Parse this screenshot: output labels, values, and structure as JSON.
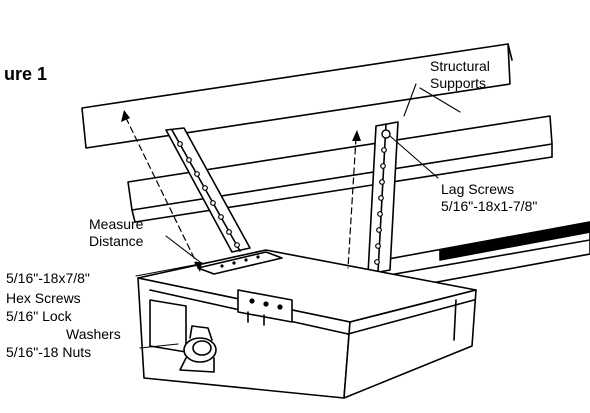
{
  "figure_label": "ure 1",
  "labels": {
    "structural_line1": "Structural",
    "structural_line2": "Supports",
    "lag_line1": "Lag Screws",
    "lag_line2": "5/16\"-18x1-7/8\"",
    "measure_line1": "Measure",
    "measure_line2": "Distance",
    "hex_line1": "5/16\"-18x7/8\"",
    "hex_line2": "Hex Screws",
    "lock_line1": "5/16\" Lock",
    "lock_line2": "Washers",
    "nuts_line1": "5/16\"-18 Nuts"
  },
  "colors": {
    "ink": "#000000",
    "paper": "#ffffff"
  }
}
